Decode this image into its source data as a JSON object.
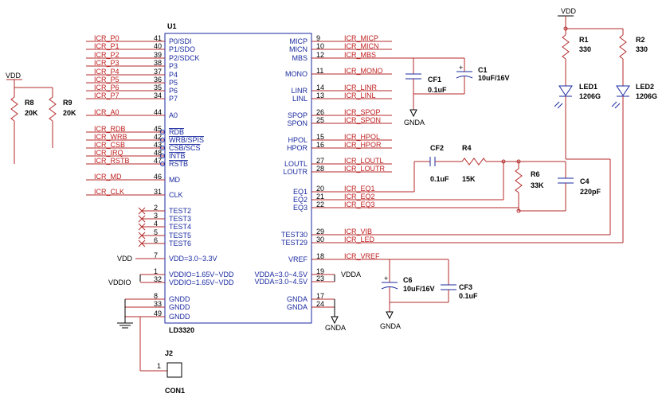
{
  "chip": {
    "ref": "U1",
    "part": "LD3320",
    "left_pins": [
      {
        "num": "41",
        "name": "P0/SDI",
        "net": "ICR_P0"
      },
      {
        "num": "40",
        "name": "P1/SDO",
        "net": "ICR_P1"
      },
      {
        "num": "39",
        "name": "P2/SDCK",
        "net": "ICR_P2"
      },
      {
        "num": "38",
        "name": "P3",
        "net": "ICR_P3"
      },
      {
        "num": "37",
        "name": "P4",
        "net": "ICR_P4"
      },
      {
        "num": "36",
        "name": "P5",
        "net": "ICR_P5"
      },
      {
        "num": "35",
        "name": "P6",
        "net": "ICR_P6"
      },
      {
        "num": "34",
        "name": "P7",
        "net": "ICR_P7"
      },
      {
        "num": "44",
        "name": "A0",
        "net": "ICR_A0"
      },
      {
        "num": "45",
        "name": "RDB",
        "net": "ICR_RDB"
      },
      {
        "num": "42",
        "name": "WRB/SPIS",
        "net": "ICR_WRB"
      },
      {
        "num": "43",
        "name": "CSB/SCS",
        "net": "ICR_CSB"
      },
      {
        "num": "48",
        "name": "INTB",
        "net": "ICR_IRQ"
      },
      {
        "num": "47",
        "name": "RSTB",
        "net": "ICR_RSTB"
      },
      {
        "num": "46",
        "name": "MD",
        "net": "ICR_MD"
      },
      {
        "num": "31",
        "name": "CLK",
        "net": "ICR_CLK"
      },
      {
        "num": "2",
        "name": "TEST2",
        "net": ""
      },
      {
        "num": "3",
        "name": "TEST3",
        "net": ""
      },
      {
        "num": "4",
        "name": "TEST4",
        "net": ""
      },
      {
        "num": "5",
        "name": "TEST5",
        "net": ""
      },
      {
        "num": "6",
        "name": "TEST6",
        "net": ""
      },
      {
        "num": "7",
        "name": "VDD=3.0~3.3V",
        "net": "VDD"
      },
      {
        "num": "1",
        "name": "VDDIO=1.65V~VDD",
        "net": ""
      },
      {
        "num": "32",
        "name": "VDDIO=1.65V~VDD",
        "net": "VDDIO"
      },
      {
        "num": "8",
        "name": "GNDD",
        "net": ""
      },
      {
        "num": "33",
        "name": "GNDD",
        "net": ""
      },
      {
        "num": "49",
        "name": "GNDD",
        "net": ""
      }
    ],
    "right_pins": [
      {
        "num": "9",
        "name": "MICP",
        "net": "ICR_MICP"
      },
      {
        "num": "10",
        "name": "MICN",
        "net": "ICR_MICN"
      },
      {
        "num": "12",
        "name": "MBS",
        "net": "ICR_MBS"
      },
      {
        "num": "11",
        "name": "MONO",
        "net": "ICR_MONO"
      },
      {
        "num": "14",
        "name": "LINR",
        "net": "ICR_LINR"
      },
      {
        "num": "13",
        "name": "LINL",
        "net": "ICR_LINL"
      },
      {
        "num": "26",
        "name": "SPOP",
        "net": "ICR_SPOP"
      },
      {
        "num": "25",
        "name": "SPON",
        "net": "ICR_SPON"
      },
      {
        "num": "15",
        "name": "HPOL",
        "net": "ICR_HPOL"
      },
      {
        "num": "16",
        "name": "HPOR",
        "net": "ICR_HPOR"
      },
      {
        "num": "27",
        "name": "LOUTL",
        "net": "ICR_LOUTL"
      },
      {
        "num": "28",
        "name": "LOUTR",
        "net": "ICR_LOUTR"
      },
      {
        "num": "20",
        "name": "EQ1",
        "net": "ICR_EQ1"
      },
      {
        "num": "21",
        "name": "EQ2",
        "net": "ICR_EQ2"
      },
      {
        "num": "22",
        "name": "EQ3",
        "net": "ICR_EQ3"
      },
      {
        "num": "29",
        "name": "TEST30",
        "net": "ICR_VIB"
      },
      {
        "num": "30",
        "name": "TEST29",
        "net": "ICR_LED"
      },
      {
        "num": "18",
        "name": "VREF",
        "net": "ICR_VREF"
      },
      {
        "num": "19",
        "name": "VDDA=3.0~4.5V",
        "net": "VDDA"
      },
      {
        "num": "23",
        "name": "VDDA=3.0~4.5V",
        "net": ""
      },
      {
        "num": "17",
        "name": "GNDA",
        "net": ""
      },
      {
        "num": "24",
        "name": "GNDA",
        "net": "GNDA"
      }
    ]
  },
  "components": {
    "r8": {
      "ref": "R8",
      "value": "20K"
    },
    "r9": {
      "ref": "R9",
      "value": "20K"
    },
    "r1": {
      "ref": "R1",
      "value": "330"
    },
    "r2": {
      "ref": "R2",
      "value": "330"
    },
    "led1": {
      "ref": "LED1",
      "value": "1206G"
    },
    "led2": {
      "ref": "LED2",
      "value": "1206G"
    },
    "cf1": {
      "ref": "CF1",
      "value": "0.1uF"
    },
    "c1": {
      "ref": "C1",
      "value": "10uF/16V"
    },
    "cf2": {
      "ref": "CF2",
      "value": "0.1uF"
    },
    "r4": {
      "ref": "R4",
      "value": "15K"
    },
    "r6": {
      "ref": "R6",
      "value": "33K"
    },
    "c4": {
      "ref": "C4",
      "value": "220pF"
    },
    "c6": {
      "ref": "C6",
      "value": "10uF/16V"
    },
    "cf3": {
      "ref": "CF3",
      "value": "0.1uF"
    },
    "j2": {
      "ref": "J2",
      "value": "CON1",
      "pin": "1"
    }
  },
  "power": {
    "vdd": "VDD",
    "gnda": "GNDA"
  }
}
